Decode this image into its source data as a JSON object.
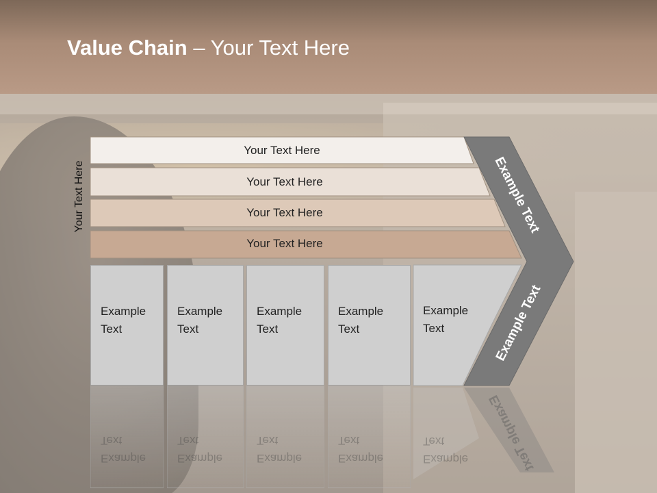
{
  "title": {
    "bold": "Value Chain",
    "rest": " – Your Text Here"
  },
  "side_label": "Your Text Here",
  "rows": [
    {
      "label": "Your Text Here",
      "color": "#f3efeb"
    },
    {
      "label": "Your Text Here",
      "color": "#eae0d7"
    },
    {
      "label": "Your Text Here",
      "color": "#ddc9b8"
    },
    {
      "label": "Your Text Here",
      "color": "#c7a993"
    }
  ],
  "boxes": [
    {
      "line1": "Example",
      "line2": "Text"
    },
    {
      "line1": "Example",
      "line2": "Text"
    },
    {
      "line1": "Example",
      "line2": "Text"
    },
    {
      "line1": "Example",
      "line2": "Text"
    },
    {
      "line1": "Example",
      "line2": "Text"
    }
  ],
  "chevron": {
    "upper": "Example Text",
    "lower": "Example Text",
    "color": "#7a7a7a"
  }
}
